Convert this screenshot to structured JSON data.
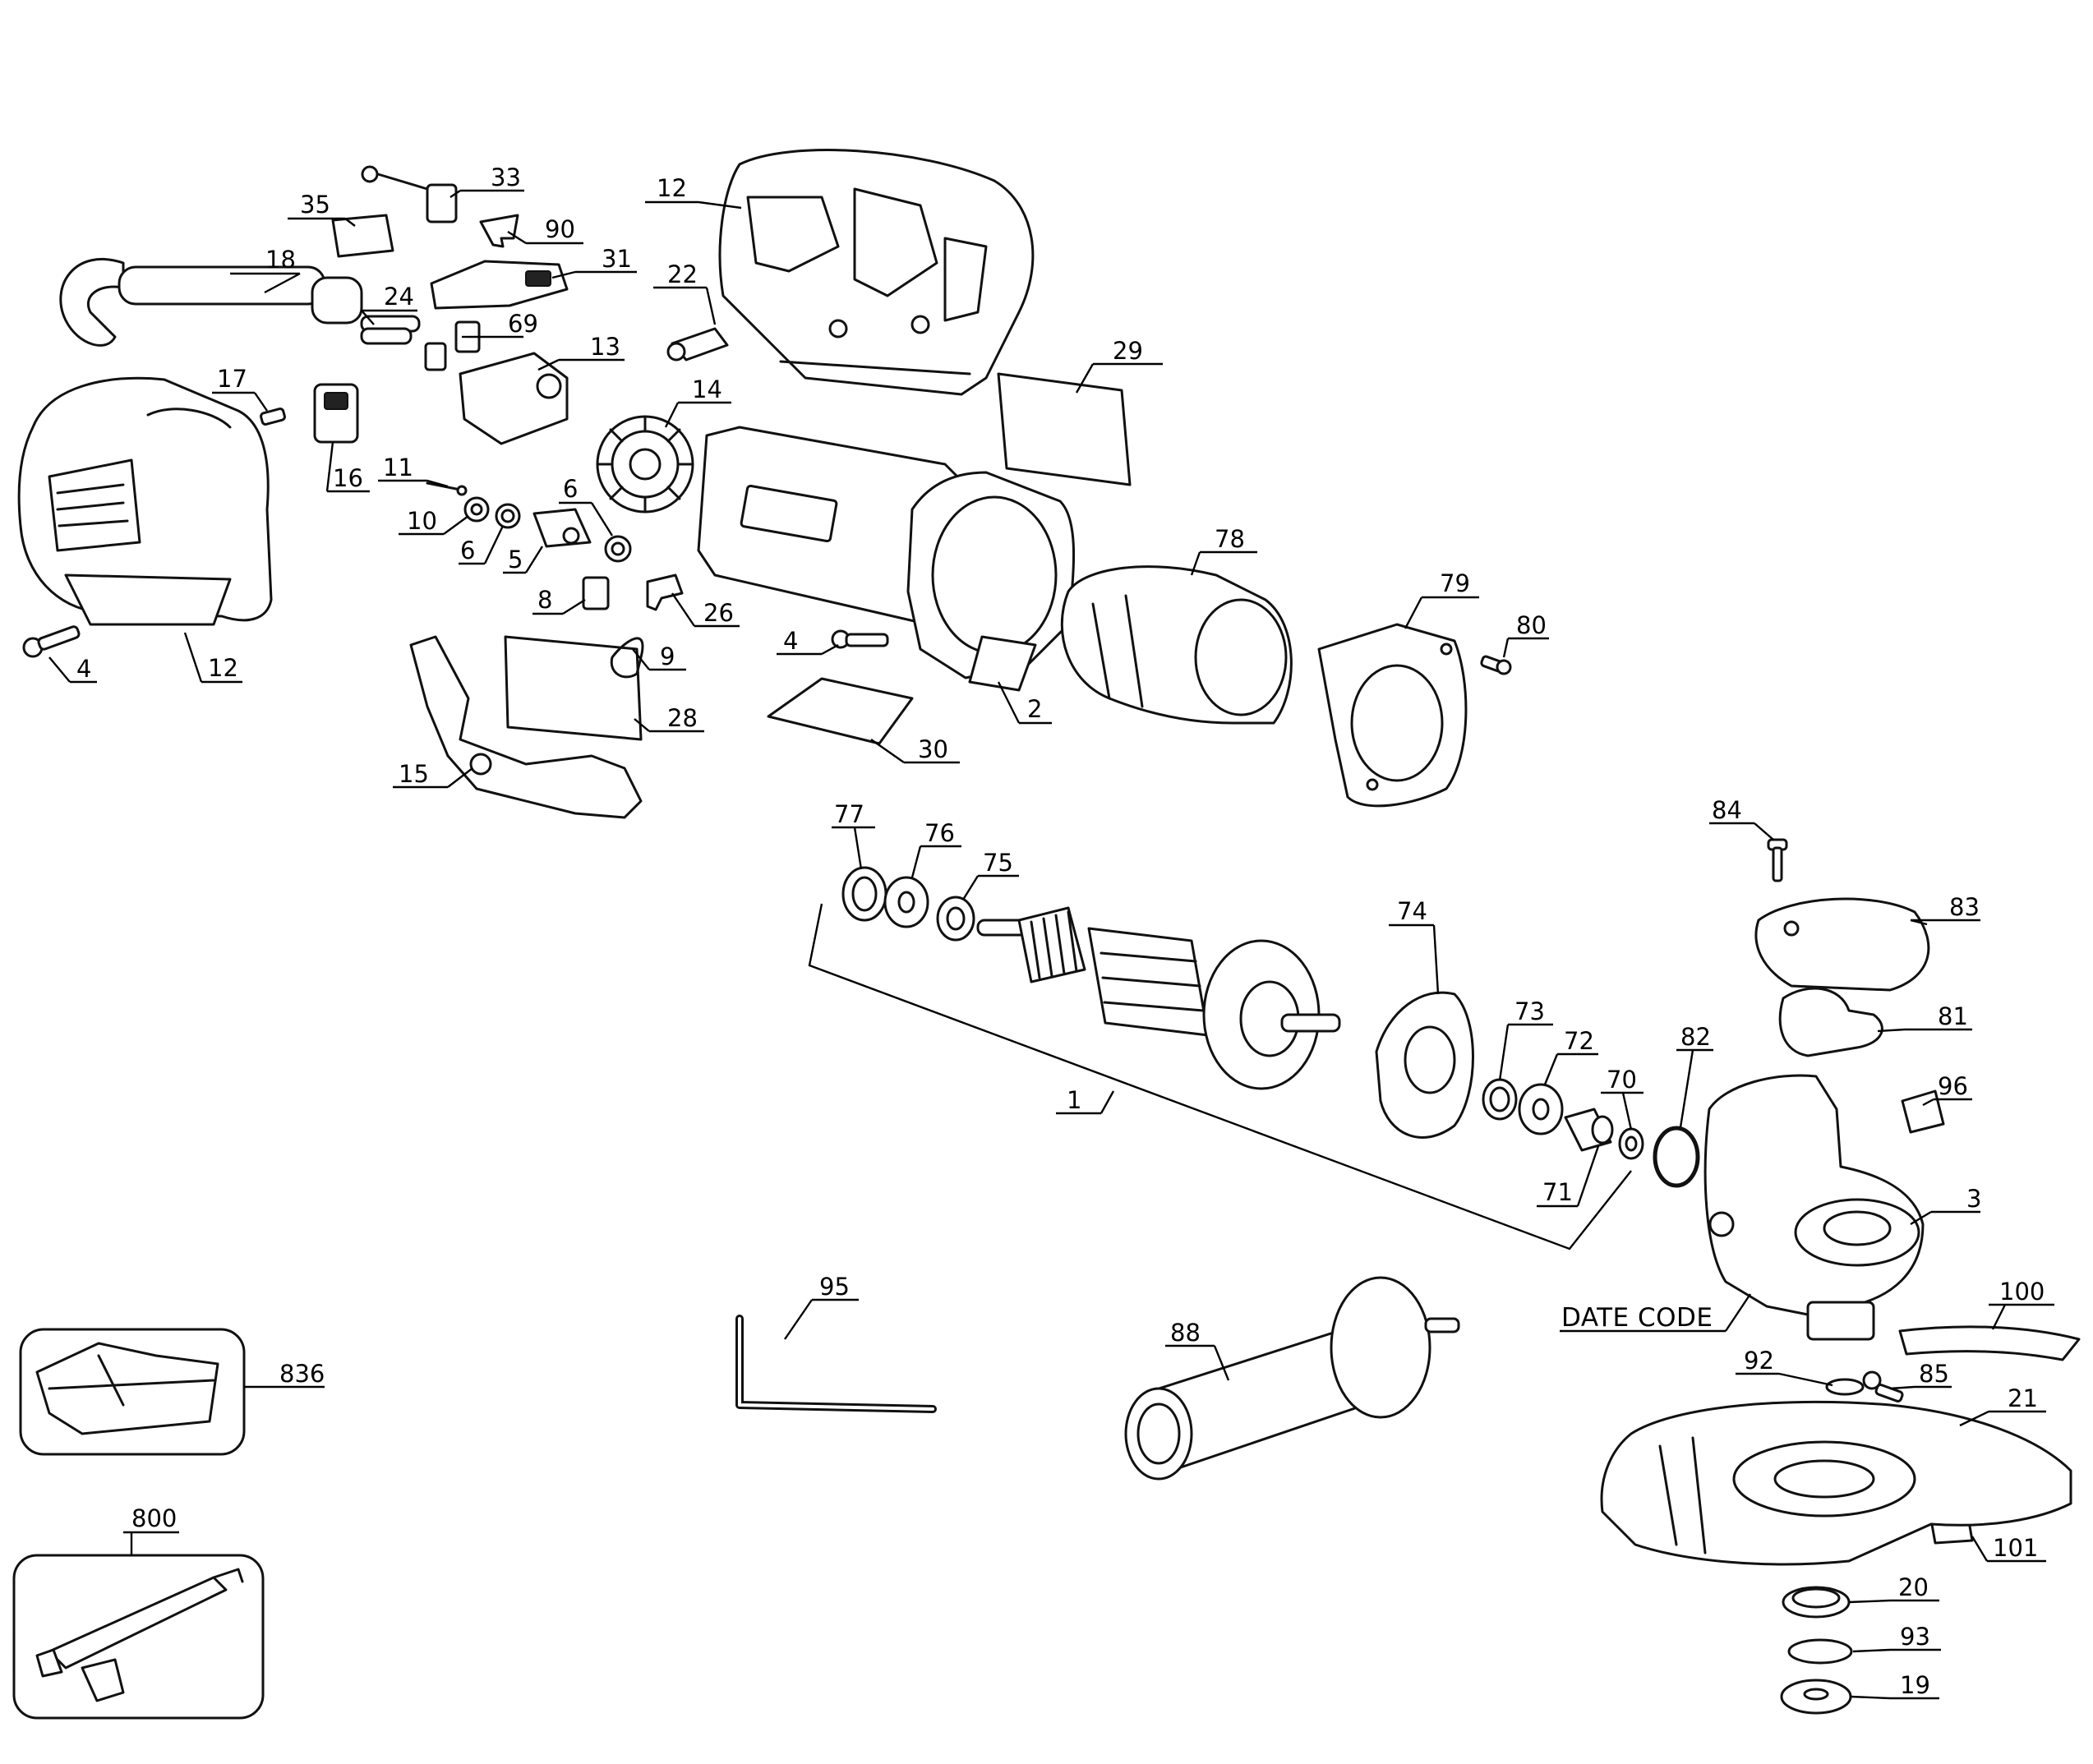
{
  "callouts": {
    "p33": "33",
    "p35": "35",
    "p90": "90",
    "p18": "18",
    "p31": "31",
    "p12a": "12",
    "p22": "22",
    "p24": "24",
    "p69": "69",
    "p13": "13",
    "p29": "29",
    "p17": "17",
    "p14": "14",
    "p16": "16",
    "p11": "11",
    "p6a": "6",
    "p10": "10",
    "p6b": "6",
    "p5": "5",
    "p8": "8",
    "p26": "26",
    "p9": "9",
    "p78": "78",
    "p79": "79",
    "p80": "80",
    "p4a": "4",
    "p4b": "4",
    "p12b": "12",
    "p2": "2",
    "p28": "28",
    "p30": "30",
    "p15": "15",
    "p77": "77",
    "p76": "76",
    "p75": "75",
    "p84": "84",
    "p74": "74",
    "p83": "83",
    "p81": "81",
    "p73": "73",
    "p72": "72",
    "p70": "70",
    "p82": "82",
    "p96": "96",
    "p1": "1",
    "p71": "71",
    "p3": "3",
    "p95": "95",
    "p100": "100",
    "p88": "88",
    "p836": "836",
    "p92": "92",
    "p85": "85",
    "p21": "21",
    "p800": "800",
    "p101": "101",
    "p20": "20",
    "p93": "93",
    "p19": "19"
  },
  "date_code_label": "DATE CODE"
}
